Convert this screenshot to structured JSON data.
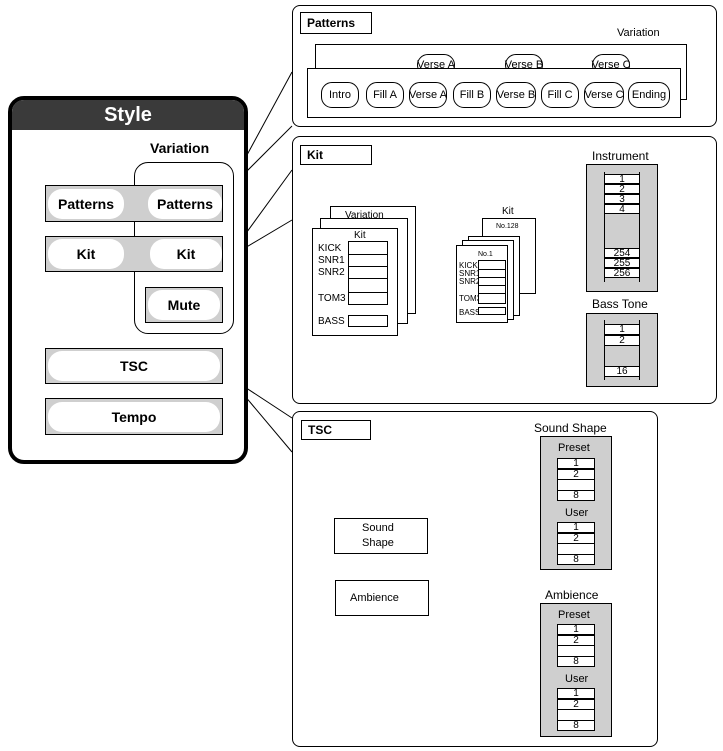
{
  "style_panel": {
    "title": "Style",
    "variation_label": "Variation",
    "patterns_left": "Patterns",
    "patterns_right": "Patterns",
    "kit_left": "Kit",
    "kit_right": "Kit",
    "mute": "Mute",
    "tsc": "TSC",
    "tempo": "Tempo"
  },
  "patterns_panel": {
    "title": "Patterns",
    "variation_label": "Variation",
    "back_row": [
      "Verse A",
      "Verse B",
      "Verse C"
    ],
    "front_row": [
      "Intro",
      "Fill A",
      "Verse A",
      "Fill B",
      "Verse B",
      "Fill C",
      "Verse C",
      "Ending"
    ]
  },
  "kit_panel": {
    "title": "Kit",
    "variation_label": "Variation",
    "kit_label_left": "Kit",
    "kit_label_right": "Kit",
    "left_rows": [
      "KICK",
      "SNR1",
      "SNR2",
      "TOM3",
      "BASS"
    ],
    "right_rows": [
      "KICK",
      "SNR1",
      "SNR2",
      "TOM3",
      "BASS"
    ],
    "no1": "No.1",
    "no128": "No.128",
    "instrument": {
      "title": "Instrument",
      "top": [
        "1",
        "2",
        "3",
        "4"
      ],
      "bottom": [
        "254",
        "255",
        "256"
      ]
    },
    "bass_tone": {
      "title": "Bass Tone",
      "top": [
        "1",
        "2"
      ],
      "bottom": [
        "16"
      ]
    }
  },
  "tsc_panel": {
    "title": "TSC",
    "sound_shape_box_line1": "Sound",
    "sound_shape_box_line2": "Shape",
    "ambience_box": "Ambience",
    "sound_shape_list": {
      "title": "Sound Shape",
      "preset": "Preset",
      "preset_items": [
        "1",
        "2",
        "8"
      ],
      "user": "User",
      "user_items": [
        "1",
        "2",
        "8"
      ]
    },
    "ambience_list": {
      "title": "Ambience",
      "preset": "Preset",
      "preset_items": [
        "1",
        "2",
        "8"
      ],
      "user": "User",
      "user_items": [
        "1",
        "2",
        "8"
      ]
    }
  }
}
